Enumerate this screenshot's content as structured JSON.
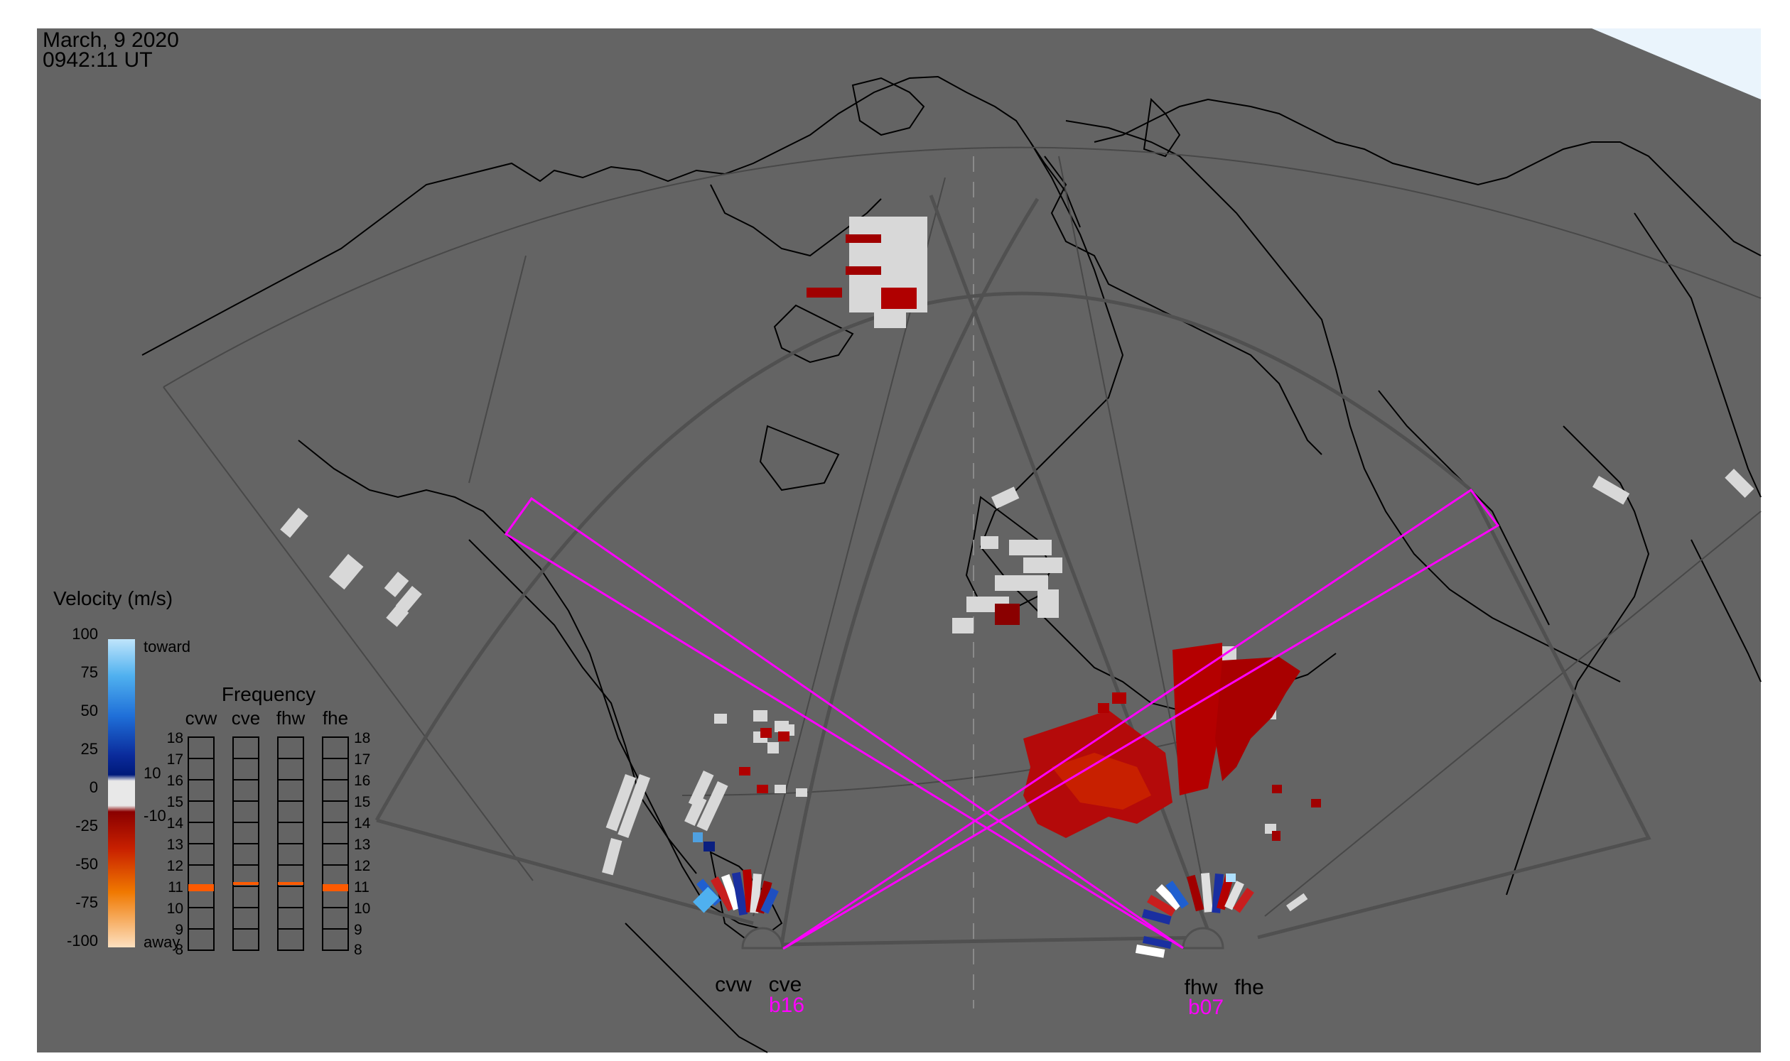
{
  "header": {
    "date": "March, 9 2020",
    "time": "0942:11 UT"
  },
  "colors": {
    "map_background": "#646464",
    "sky_corner": "#eaf4fc",
    "coastline": "#000000",
    "fov_outline": "#505050",
    "beam_highlight": "#ff00ff",
    "toward_light": "#9dd2f5",
    "toward_dark": "#001a7a",
    "ground_scatter": "#d8d8d8",
    "away_dark": "#8a0000",
    "away_light": "#fde0c0"
  },
  "velocity_legend": {
    "title": "Velocity (m/s)",
    "ticks": [
      "100",
      "75",
      "50",
      "25",
      "0",
      "-25",
      "-50",
      "-75",
      "-100"
    ],
    "inner_ticks": [
      "10",
      "-10"
    ],
    "toward_label": "toward",
    "away_label": "away"
  },
  "frequency_panel": {
    "title": "Frequency",
    "radars": [
      "cvw",
      "cve",
      "fhw",
      "fhe"
    ],
    "levels_left": [
      "18",
      "17",
      "16",
      "15",
      "14",
      "13",
      "12",
      "11",
      "10",
      "9",
      "8"
    ],
    "levels_right": [
      "18",
      "17",
      "16",
      "15",
      "14",
      "13",
      "12",
      "11",
      "10",
      "9",
      "8"
    ],
    "readings": [
      {
        "radar": "cvw",
        "mhz": 10.8,
        "color": "#ff5a00"
      },
      {
        "radar": "cve",
        "mhz": 11.0,
        "color": "#ff5a00"
      },
      {
        "radar": "fhw",
        "mhz": 11.0,
        "color": "#ff5a00"
      },
      {
        "radar": "fhe",
        "mhz": 10.8,
        "color": "#ff5a00"
      }
    ]
  },
  "radar_sites": {
    "cvw": "cvw",
    "cve": "cve",
    "fhw": "fhw",
    "fhe": "fhe",
    "beam_cv": "b16",
    "beam_fh": "b07"
  }
}
